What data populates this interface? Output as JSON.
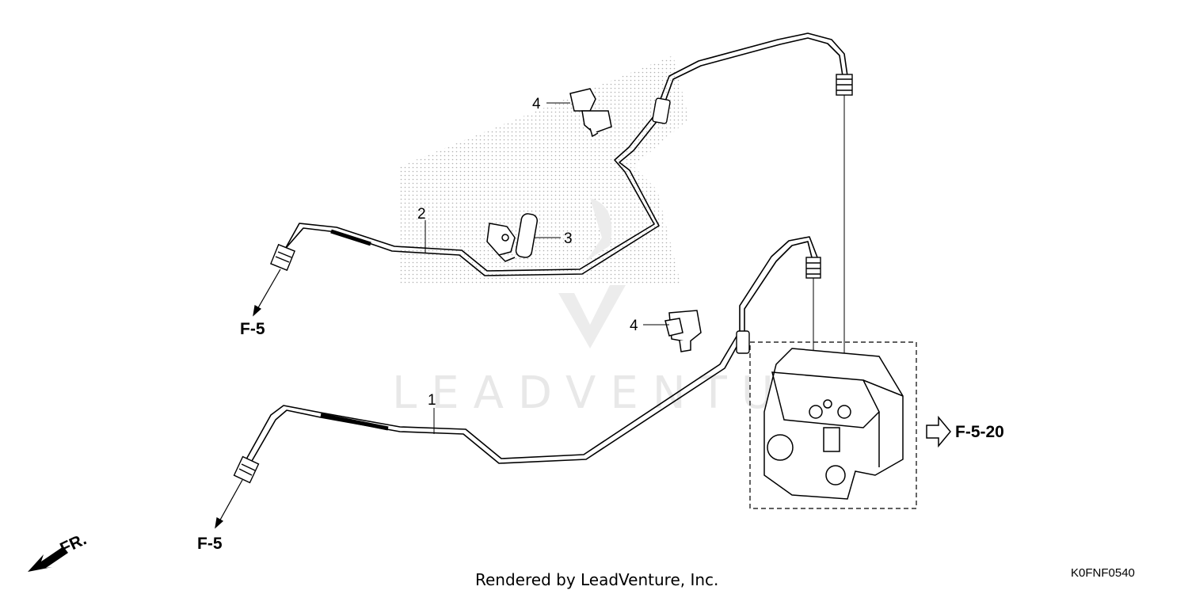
{
  "watermark": {
    "text": "LEADVENTURE"
  },
  "callouts": {
    "pipe_1": "1",
    "pipe_2": "2",
    "clamp_3": "3",
    "clip_4_upper": "4",
    "clip_4_lower": "4"
  },
  "references": {
    "upper_left": "F-5",
    "lower_left": "F-5",
    "modulator": "F-5-20"
  },
  "front_indicator": "FR.",
  "footer": {
    "credit": "Rendered by LeadVenture, Inc.",
    "diagram_code": "K0FNF0540"
  },
  "colors": {
    "line": "#000000",
    "stipple": "#b0b0b0",
    "watermark": "#e8e8e8"
  }
}
